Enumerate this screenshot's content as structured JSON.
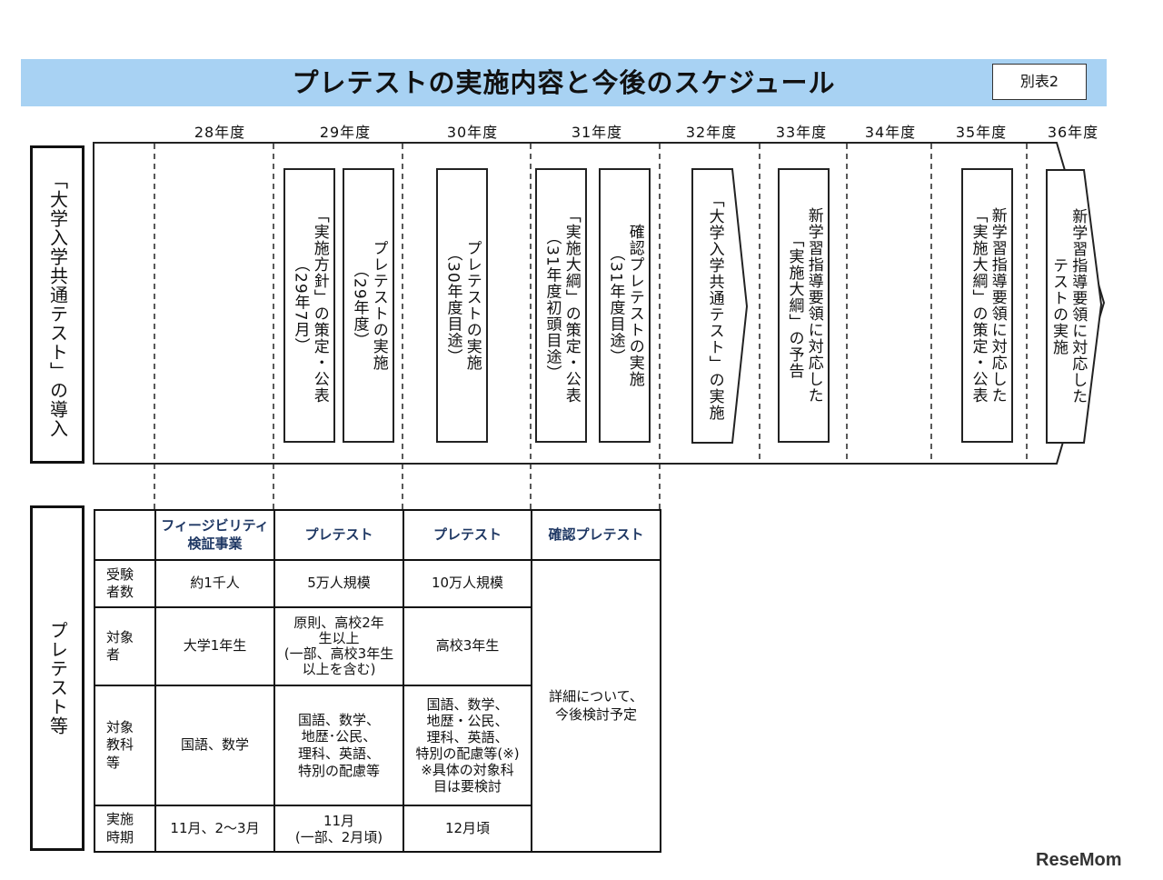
{
  "title": "プレテストの実施内容と今後のスケジュール",
  "appendix_label": "別表2",
  "years": [
    "28年度",
    "29年度",
    "30年度",
    "31年度",
    "32年度",
    "33年度",
    "34年度",
    "35年度",
    "36年度"
  ],
  "left_labels": {
    "intro": "「大学入学共通テスト」の導入",
    "pretest": "プレテスト等"
  },
  "boxes": {
    "a": [
      "「実施方針」の策定・公表",
      "（29年7月）"
    ],
    "b": [
      "プレテストの実施",
      "（29年度）"
    ],
    "c": [
      "プレテストの実施",
      "（30年度目途）"
    ],
    "d": [
      "「実施大綱」の策定・公表",
      "（31年度初頭目途）"
    ],
    "e": [
      "確認プレテストの実施",
      "（31年度目途）"
    ],
    "f": [
      "「大学入学共通テスト」の実施"
    ],
    "g": [
      "新学習指導要領に対応した",
      "「実施大綱」の予告"
    ],
    "h": [
      "新学習指導要領に対応した",
      "「実施大綱」の策定・公表"
    ],
    "i": [
      "新学習指導要領に対応した",
      "テストの実施"
    ]
  },
  "table": {
    "headers": [
      "フィージビリティ\n検証事業",
      "プレテスト",
      "プレテスト",
      "確認プレテスト"
    ],
    "rows": [
      {
        "label": "受験\n者数",
        "cells": [
          "約1千人",
          "5万人規模",
          "10万人規模"
        ]
      },
      {
        "label": "対象\n者",
        "cells": [
          "大学1年生",
          "原則、高校2年\n生以上\n(一部、高校3年生\n以上を含む)",
          "高校3年生"
        ]
      },
      {
        "label": "対象\n教科\n等",
        "cells": [
          "国語、数学",
          "国語、数学、\n地歴･公民、\n理科、英語、\n特別の配慮等",
          "国語、数学、\n地歴・公民、\n理科、英語、\n特別の配慮等(※)\n※具体の対象科\n目は要検討"
        ]
      },
      {
        "label": "実施\n時期",
        "cells": [
          "11月、2～3月",
          "11月\n(一部、2月頃)",
          "12月頃"
        ]
      }
    ],
    "merged_note": "詳細について、\n今後検討予定"
  },
  "watermark": "ReseMom"
}
